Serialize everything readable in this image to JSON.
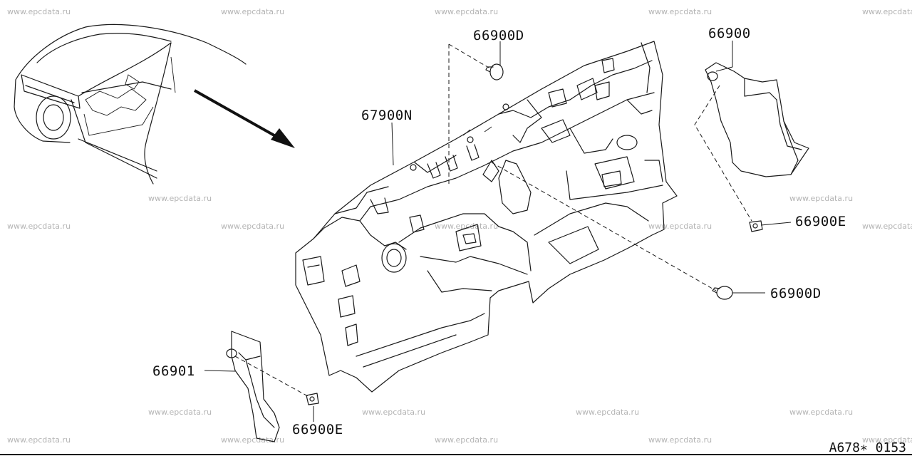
{
  "watermark_text": "www.epcdata.ru",
  "parts": {
    "insulator_dash": "67900N",
    "clip_top": "66900D",
    "side_trim_right": "66900",
    "clip_right_e": "66900E",
    "clip_right_d": "66900D",
    "side_trim_left": "66901",
    "clip_left_e": "66900E"
  },
  "reference_code": "A678∗ 0153"
}
